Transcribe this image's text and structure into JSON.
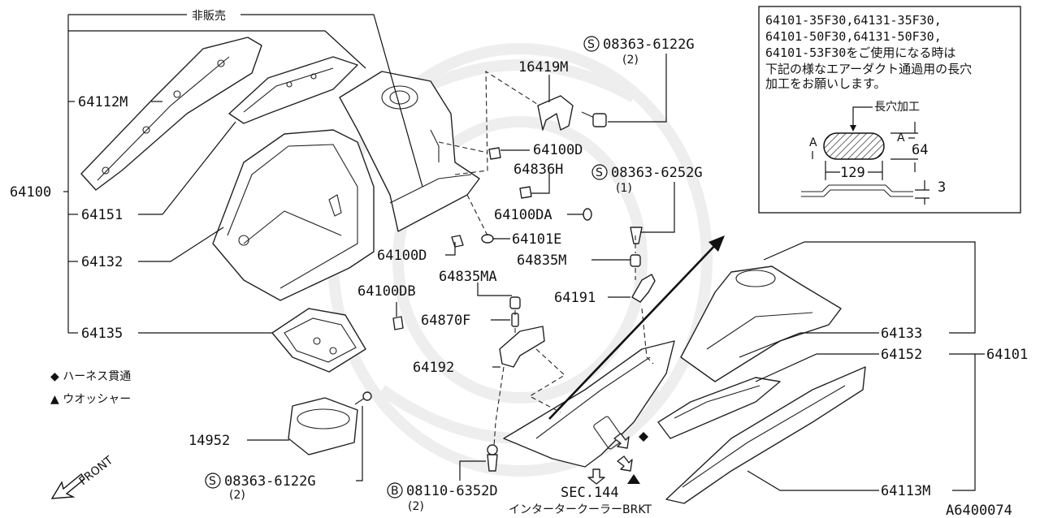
{
  "diagram": {
    "not_for_sale_label": "非販売",
    "parts": {
      "p64112M": "64112M",
      "p64100": "64100",
      "p64151": "64151",
      "p64132": "64132",
      "p64135": "64135",
      "p16419M": "16419M",
      "p64100D": "64100D",
      "p64836H": "64836H",
      "p64100DA": "64100DA",
      "p64101E": "64101E",
      "p64100D_2": "64100D",
      "p64835MA": "64835MA",
      "p64835M": "64835M",
      "p64100DB": "64100DB",
      "p64191": "64191",
      "p64870F": "64870F",
      "p64192": "64192",
      "p64133": "64133",
      "p64152": "64152",
      "p64101": "64101",
      "p14952": "14952",
      "p64113M": "64113M",
      "p08110": "08110-6352D",
      "p08110_qty": "(2)",
      "s08363_top": "08363-6122G",
      "s08363_top_qty": "(2)",
      "s08363_mid": "08363-6252G",
      "s08363_mid_qty": "(1)",
      "s08363_bot": "08363-6122G",
      "s08363_bot_qty": "(2)",
      "sec144": "SEC.144",
      "sec144_desc": "インタータークーラーBRKT"
    },
    "symbol_s": "S",
    "symbol_b": "B",
    "legend": {
      "diamond_label": "◆ ハーネス貫通",
      "triangle_label": "▲ ウオッシャー"
    },
    "front_label": "FRONT",
    "note": {
      "line1": "64101-35F30,64131-35F30,",
      "line2": "64101-50F30,64131-50F30,",
      "line3": "64101-53F30をご使用になる時は",
      "line4": "下記の様なエアーダクト通過用の長穴",
      "line5": "加工をお願いします。",
      "slot_label": "長穴加工",
      "dim_a_left": "A",
      "dim_a_right": "A",
      "dim_64": "64",
      "dim_129": "129",
      "dim_3": "3"
    },
    "figure_code": "A6400074"
  }
}
